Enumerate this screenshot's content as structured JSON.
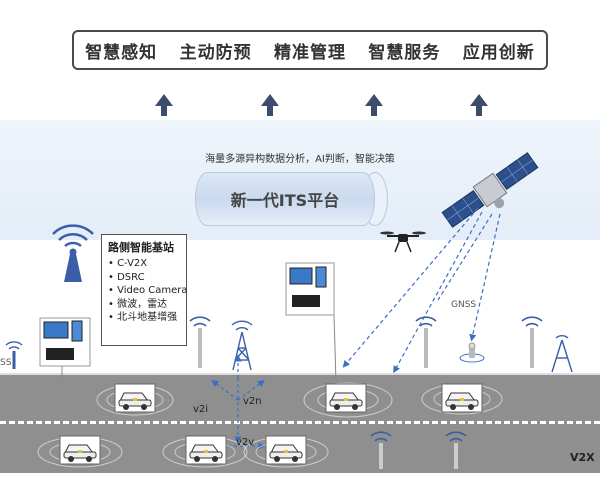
{
  "capabilities": [
    "智慧感知",
    "主动防预",
    "精准管理",
    "智慧服务",
    "应用创新"
  ],
  "platform": {
    "caption": "海量多源异构数据分析，AI判断，智能决策",
    "name": "新一代ITS平台"
  },
  "roadside_station": {
    "title": "路侧智能基站",
    "items": [
      "C-V2X",
      "DSRC",
      "Video Camera",
      "微波，雷达",
      "北斗地基增强"
    ]
  },
  "labels": {
    "gnss": "GNSS",
    "edge_ss": "SS",
    "v2i": "v2i",
    "v2n": "v2n",
    "v2v": "v2v",
    "road_network": "V2X"
  },
  "icons": {
    "satellite": "satellite-icon",
    "drone": "drone-icon",
    "antenna": "antenna-icon",
    "tower": "cell-tower-icon",
    "car": "car-icon"
  },
  "colors": {
    "arrow": "#3b4d6b",
    "signal": "#3a5fa8",
    "road": "#8f8f8f",
    "link": "#3a6fc4"
  }
}
